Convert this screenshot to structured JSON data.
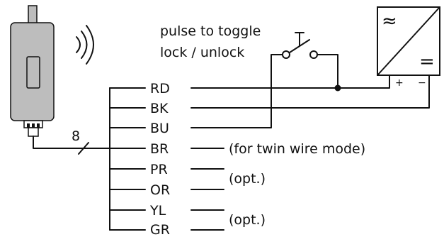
{
  "switch_label": {
    "line1": "pulse to toggle",
    "line2": "lock / unlock"
  },
  "bus_count": "8",
  "wires": [
    {
      "code": "RD"
    },
    {
      "code": "BK"
    },
    {
      "code": "BU"
    },
    {
      "code": "BR"
    },
    {
      "code": "PR"
    },
    {
      "code": "OR"
    },
    {
      "code": "YL"
    },
    {
      "code": "GR"
    }
  ],
  "notes": {
    "twin_wire": "(for twin wire mode)",
    "opt_1": "(opt.)",
    "opt_2": "(opt.)"
  },
  "power_supply": {
    "ac_symbol": "≈",
    "dc_symbol": "=",
    "plus": "+",
    "minus": "−"
  }
}
